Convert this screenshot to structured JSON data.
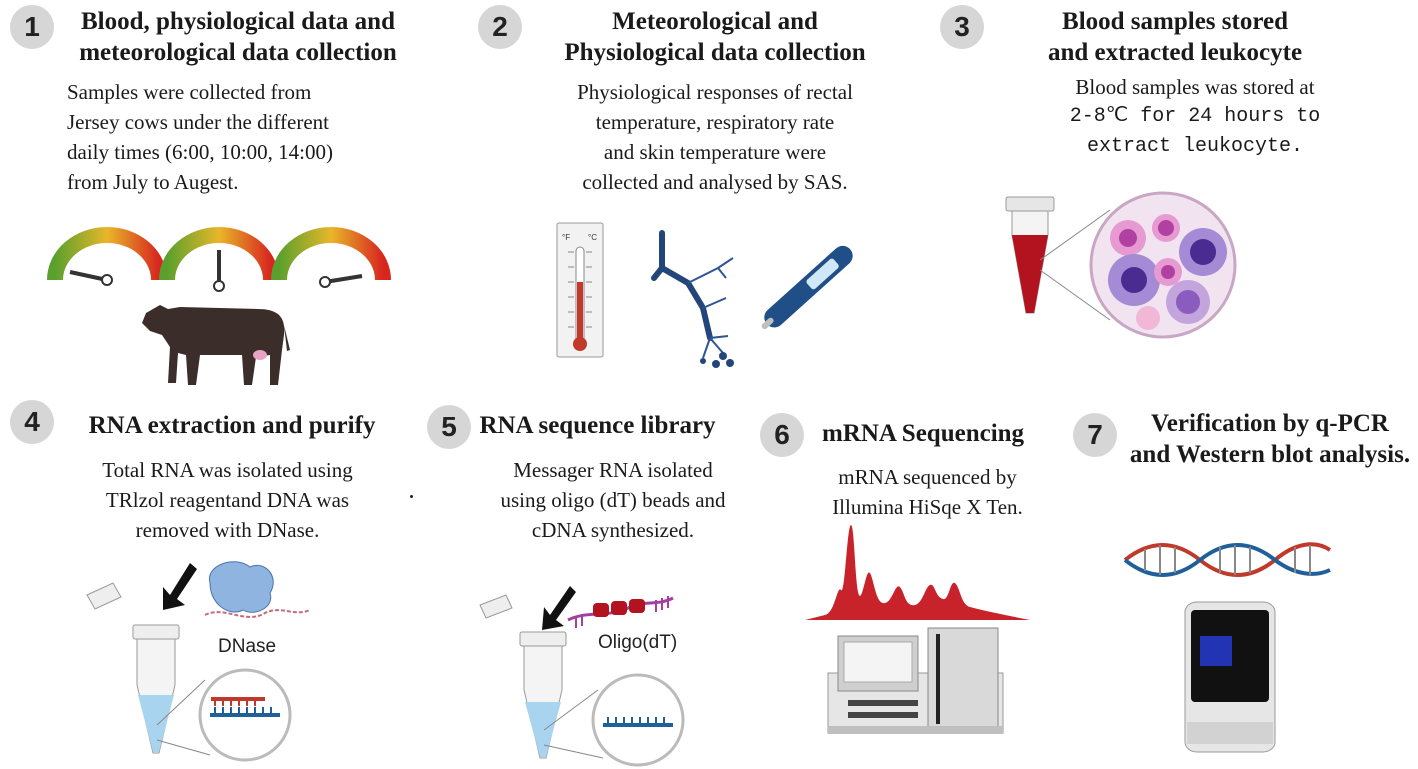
{
  "steps": [
    {
      "number": "1",
      "title_lines": [
        "Blood, physiological data  and",
        "meteorological data collection"
      ],
      "desc_lines": [
        "Samples were collected from",
        "Jersey cows under the different",
        "daily times (6:00, 10:00, 14:00)",
        "from July to Augest."
      ],
      "icons": [
        "gauge-icon",
        "gauge-icon",
        "gauge-icon",
        "cow-icon"
      ]
    },
    {
      "number": "2",
      "title_lines": [
        "Meteorological  and",
        "Physiological data collection"
      ],
      "desc_lines": [
        "Physiological responses of rectal",
        "temperature, respiratory rate",
        "and skin temperature were",
        "collected and analysed by SAS."
      ],
      "icons": [
        "thermometer-icon",
        "lungs-icon",
        "digital-thermometer-icon"
      ],
      "thermometer_units": [
        "°F",
        "°C"
      ]
    },
    {
      "number": "3",
      "title_lines": [
        "Blood samples stored",
        "and extracted leukocyte"
      ],
      "desc_lines": [
        "Blood samples was stored at",
        "2-8℃ for 24 hours to",
        "extract leukocyte."
      ],
      "icons": [
        "blood-tube-icon",
        "leukocyte-cells-icon"
      ]
    },
    {
      "number": "4",
      "title_lines": [
        "RNA  extraction and purify"
      ],
      "desc_lines": [
        "Total RNA was isolated using",
        "TRlzol reagentand DNA was",
        "removed with DNase."
      ],
      "icon_label": "DNase",
      "icons": [
        "arrow-icon",
        "enzyme-icon",
        "tube-icon",
        "rna-dna-zoom-icon"
      ]
    },
    {
      "number": "5",
      "title_lines": [
        "RNA sequence library"
      ],
      "desc_lines": [
        "Messager RNA isolated",
        "using oligo (dT) beads and",
        "cDNA synthesized."
      ],
      "icon_label": "Oligo(dT)",
      "icons": [
        "arrow-icon",
        "beads-icon",
        "tube-icon",
        "cdna-zoom-icon"
      ]
    },
    {
      "number": "6",
      "title_lines": [
        "mRNA Sequencing"
      ],
      "desc_lines": [
        "mRNA sequenced by",
        "Illumina HiSqe X Ten."
      ],
      "icons": [
        "sequencing-peaks-icon",
        "sequencer-icon"
      ]
    },
    {
      "number": "7",
      "title_lines": [
        "Verification by q-PCR",
        "and Western blot analysis."
      ],
      "desc_lines": [],
      "icons": [
        "dna-helix-icon",
        "qpcr-machine-icon"
      ]
    }
  ],
  "colors": {
    "badge": "#d6d6d6",
    "blood": "#b3121f",
    "tube_liquid": "#a9d4ef",
    "dna_red": "#c0392b",
    "dna_blue": "#1f5f9a",
    "gauge_green": "#5aa02c",
    "gauge_red": "#d7261e"
  }
}
